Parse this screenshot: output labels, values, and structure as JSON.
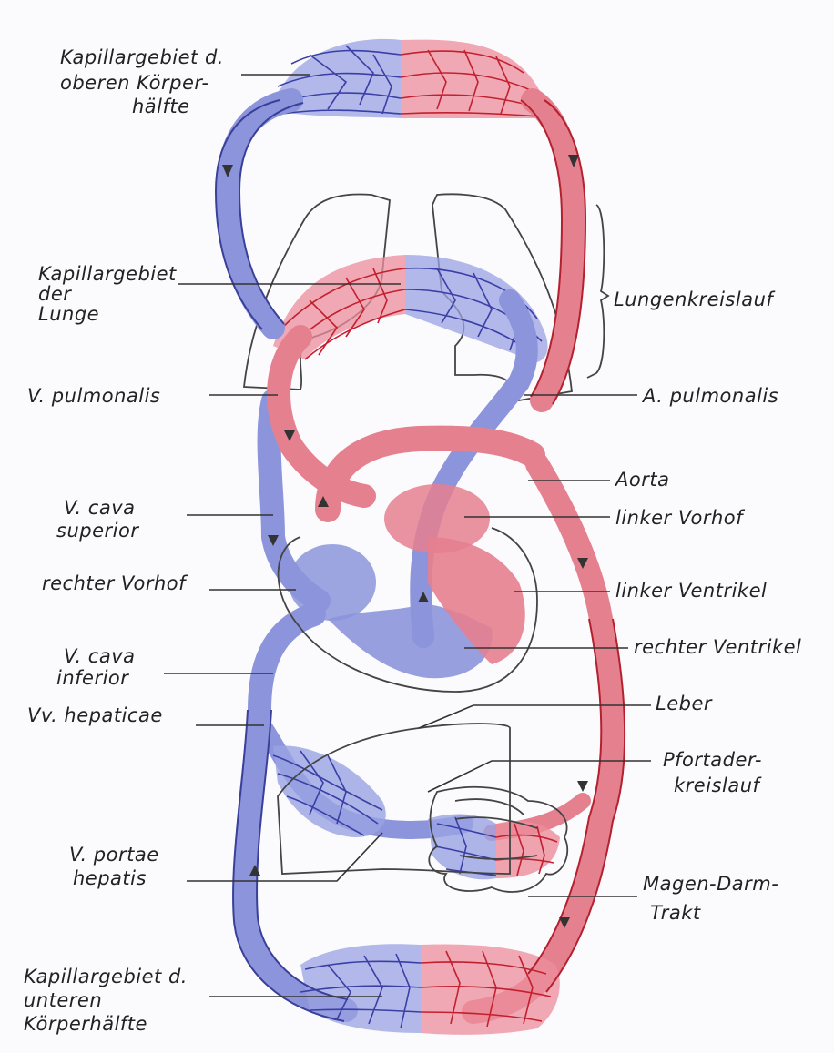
{
  "colors": {
    "venous": "#8c95dc",
    "arterial": "#e5808f",
    "venous_edge": "#3a3f9a",
    "arterial_edge": "#b3202e",
    "paper": "#fbfbfd"
  },
  "labels": {
    "cap_upper": [
      "Kapillargebiet d.",
      "oberen Körper-",
      "hälfte"
    ],
    "cap_lung": [
      "Kapillargebiet",
      "der",
      "Lunge"
    ],
    "v_pulmonalis": "V. pulmonalis",
    "v_cava_superior": [
      "V. cava",
      "superior"
    ],
    "rechter_vorhof": "rechter Vorhof",
    "v_cava_inferior": [
      "V. cava",
      "inferior"
    ],
    "vv_hepaticae": "Vv. hepaticae",
    "v_portae": [
      "V. portae",
      "hepatis"
    ],
    "cap_lower": [
      "Kapillargebiet d.",
      "unteren",
      "Körperhälfte"
    ],
    "lungenkreislauf": "Lungenkreislauf",
    "a_pulmonalis": "A. pulmonalis",
    "aorta": "Aorta",
    "linker_vorhof": "linker Vorhof",
    "linker_ventrikel": "linker Ventrikel",
    "rechter_ventrikel": "rechter Ventrikel",
    "leber": "Leber",
    "pfortader": [
      "Pfortader-",
      "kreislauf"
    ],
    "magen_darm": [
      "Magen-Darm-",
      "Trakt"
    ]
  }
}
